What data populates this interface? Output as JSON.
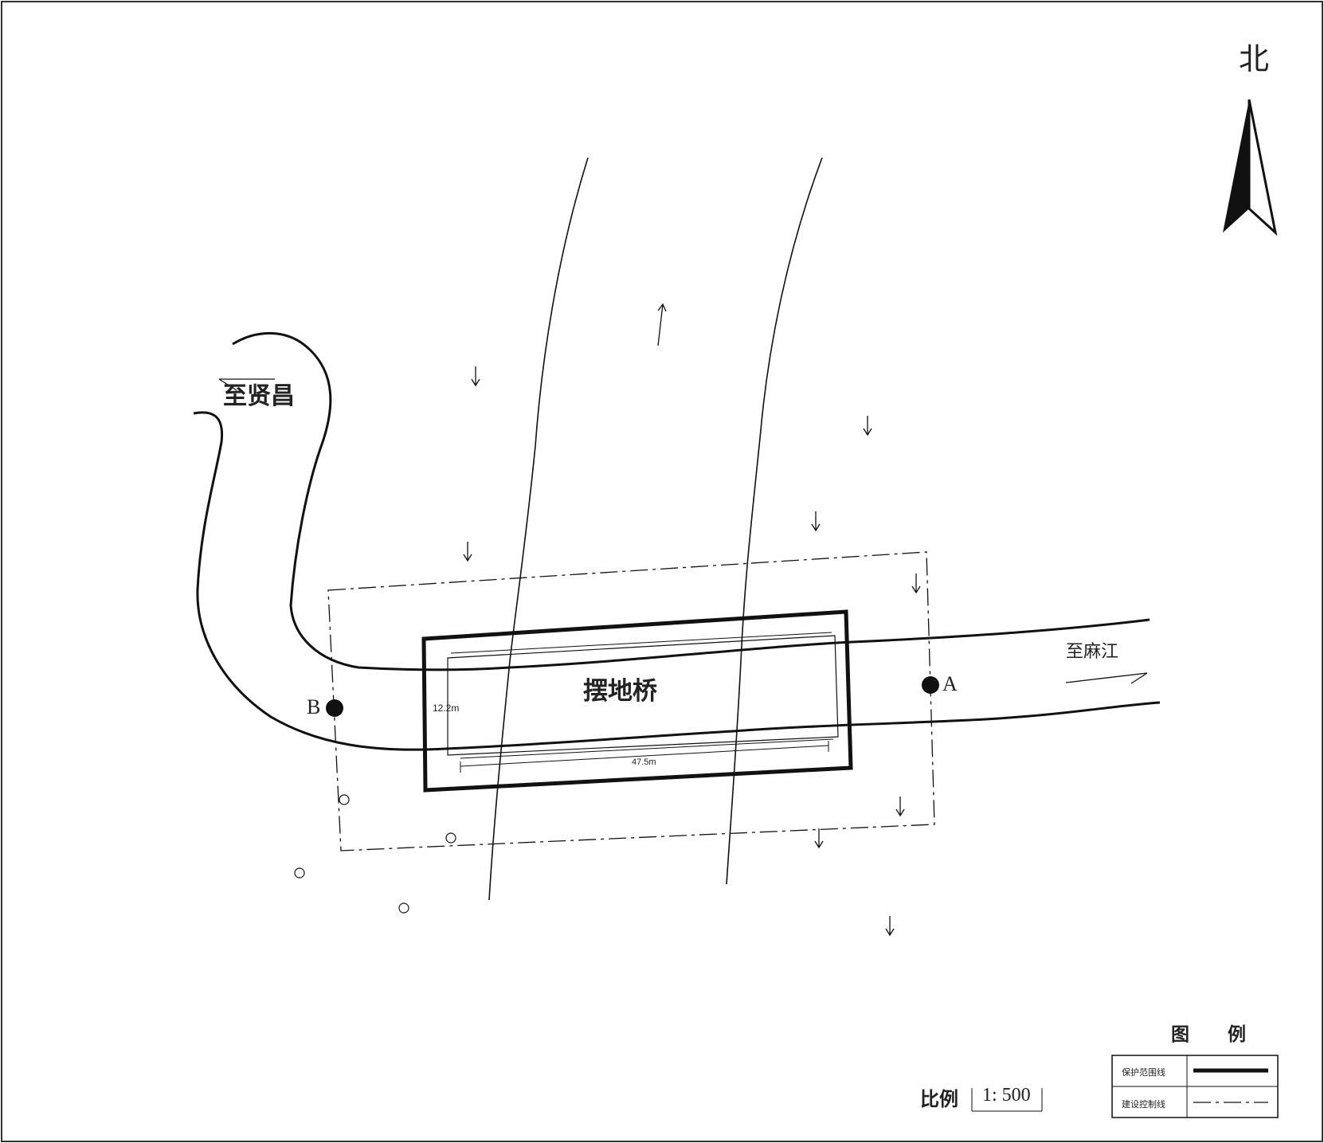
{
  "map": {
    "north_label": "北",
    "bridge_name": "摆地桥",
    "places": {
      "to_xianchang": "至贤昌",
      "to_majiang": "至麻江"
    },
    "dimensions": {
      "width": "12.2m",
      "length": "47.5m"
    },
    "points": {
      "a": "A",
      "b": "B"
    }
  },
  "legend": {
    "title": "图 例",
    "items": [
      {
        "label": "保护范围线",
        "style": "solid-thick"
      },
      {
        "label": "建设控制线",
        "style": "dash-dot"
      }
    ]
  },
  "scale": {
    "label": "比例",
    "value": "1: 500"
  },
  "colors": {
    "ink": "#111111",
    "background": "#ffffff"
  }
}
